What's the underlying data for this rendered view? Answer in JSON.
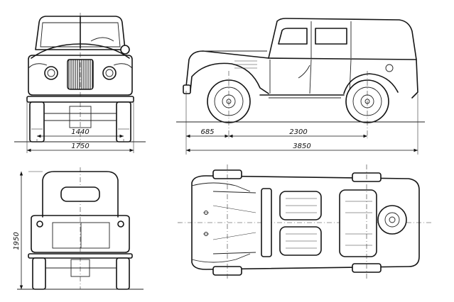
{
  "dimensions": {
    "front_track": "1440",
    "overall_width": "1750",
    "front_overhang": "685",
    "wheelbase": "2300",
    "overall_length": "3850",
    "overall_height": "1950"
  }
}
